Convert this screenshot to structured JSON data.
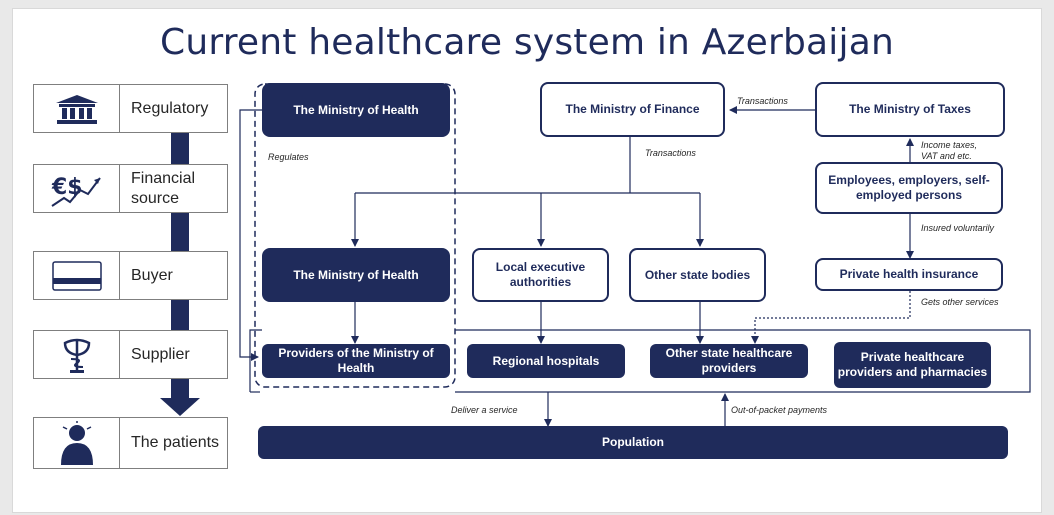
{
  "title": "Current healthcare system in Azerbaijan",
  "legend": [
    {
      "label": "Regulatory",
      "icon": "bank-building-icon"
    },
    {
      "label": "Financial\nsource",
      "icon": "currency-growth-icon"
    },
    {
      "label": "Buyer",
      "icon": "payment-card-icon"
    },
    {
      "label": "Supplier",
      "icon": "pharmacy-caduceus-icon"
    },
    {
      "label": "The patients",
      "icon": "patient-person-icon"
    }
  ],
  "boxes": {
    "moh_regulatory": "The Ministry of Health",
    "mof": "The Ministry of Finance",
    "mot": "The Ministry of Taxes",
    "employees": "Employees, employers, self-employed persons",
    "moh_buyer": "The Ministry of Health",
    "local_exec": "Local executive authorities",
    "other_state": "Other state bodies",
    "private_insurance": "Private health insurance",
    "providers_moh": "Providers of the Ministry of Health",
    "regional": "Regional hospitals",
    "other_providers": "Other state healthcare providers",
    "private_providers": "Private healthcare providers and pharmacies",
    "population": "Population"
  },
  "notes": {
    "regulates": "Regulates",
    "transactions_top": "Transactions",
    "transactions_mid": "Transactions",
    "income_taxes": "Income taxes,\nVAT and etc.",
    "insured": "Insured  voluntarily",
    "gets_other": "Gets other services",
    "deliver": "Deliver a service",
    "out_of_pocket": "Out-of-packet payments"
  },
  "colors": {
    "navy": "#1f2b5b",
    "border": "#7f7f7f"
  }
}
